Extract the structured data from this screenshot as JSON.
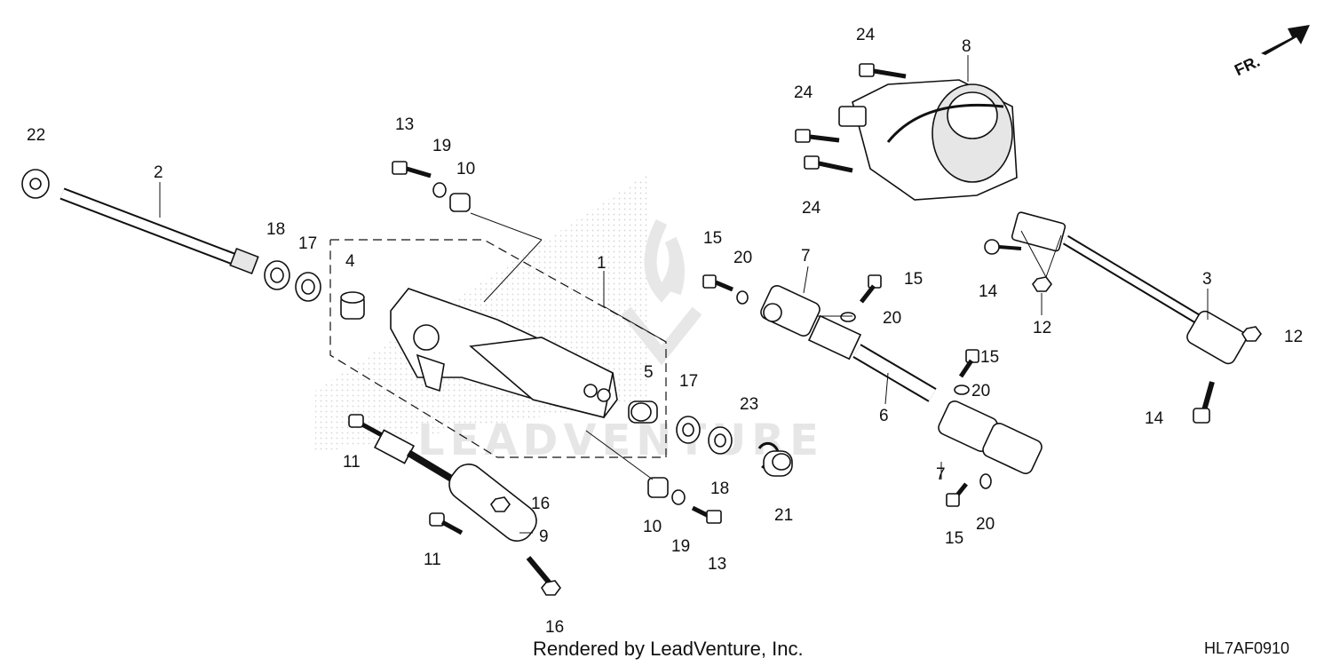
{
  "diagram": {
    "callouts": [
      "22",
      "2",
      "18",
      "17",
      "4",
      "13",
      "19",
      "10",
      "1",
      "5",
      "17",
      "23",
      "18",
      "21",
      "10",
      "19",
      "13",
      "11",
      "16",
      "9",
      "11",
      "16",
      "24",
      "8",
      "24",
      "24",
      "15",
      "20",
      "7",
      "15",
      "20",
      "6",
      "15",
      "20",
      "7",
      "15",
      "20",
      "14",
      "12",
      "3",
      "12",
      "14"
    ],
    "fr_label": "FR.",
    "watermark_text": "LEADVENTURE",
    "footer_text": "Rendered by LeadVenture, Inc.",
    "diagram_code": "HL7AF0910"
  }
}
